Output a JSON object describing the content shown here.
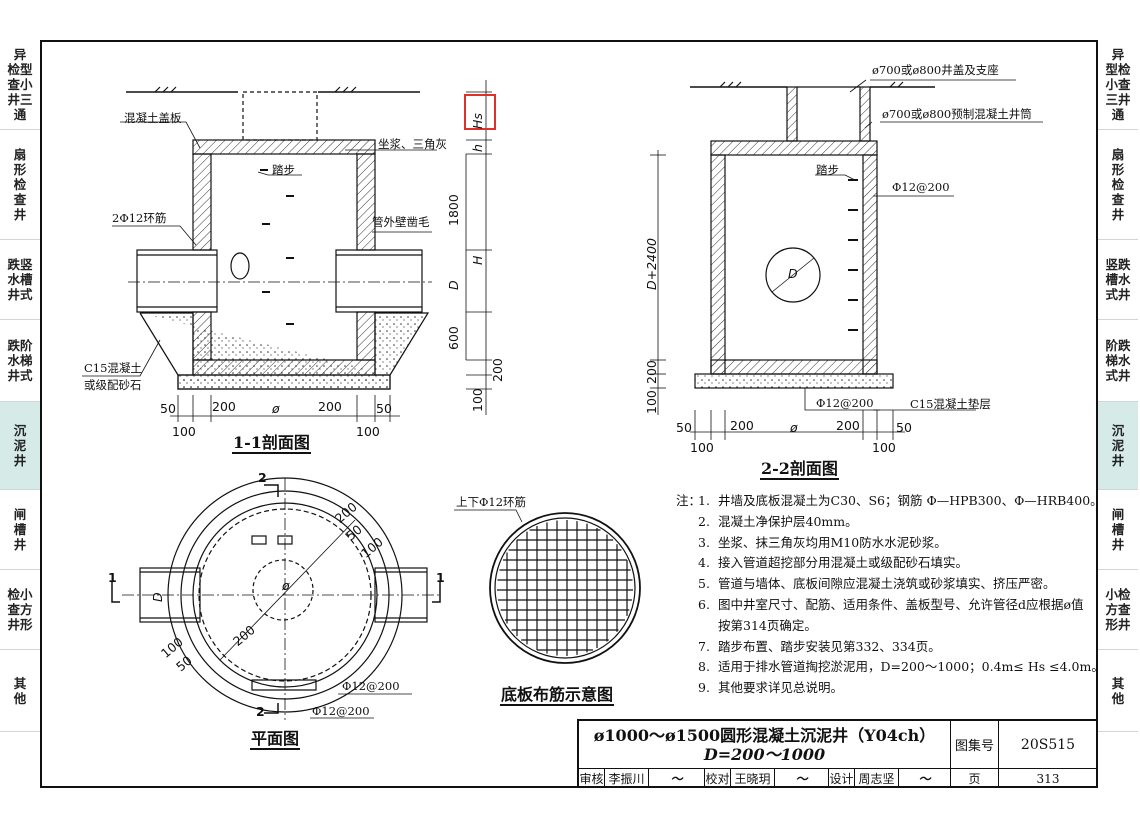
{
  "left_tabs": [
    {
      "lines": [
        "异",
        "检型",
        "查小",
        "井三",
        "通"
      ],
      "active": false
    },
    {
      "lines": [
        "扇",
        "形",
        "检",
        "查",
        "井"
      ],
      "active": false
    },
    {
      "lines": [
        "跌竖",
        "水槽",
        "井式"
      ],
      "active": false
    },
    {
      "lines": [
        "跌阶",
        "水梯",
        "井式"
      ],
      "active": false
    },
    {
      "lines": [
        "沉",
        "泥",
        "井"
      ],
      "active": true
    },
    {
      "lines": [
        "闸",
        "槽",
        "井"
      ],
      "active": false
    },
    {
      "lines": [
        "检小",
        "查方",
        "井形"
      ],
      "active": false
    },
    {
      "lines": [
        "其",
        "他"
      ],
      "active": false
    }
  ],
  "right_tabs": [
    {
      "lines": [
        "异",
        "型检",
        "小查",
        "三井",
        "通"
      ],
      "active": false
    },
    {
      "lines": [
        "扇",
        "形",
        "检",
        "查",
        "井"
      ],
      "active": false
    },
    {
      "lines": [
        "竖跌",
        "槽水",
        "式井"
      ],
      "active": false
    },
    {
      "lines": [
        "阶跌",
        "梯水",
        "式井"
      ],
      "active": false
    },
    {
      "lines": [
        "沉",
        "泥",
        "井"
      ],
      "active": true
    },
    {
      "lines": [
        "闸",
        "槽",
        "井"
      ],
      "active": false
    },
    {
      "lines": [
        "小检",
        "方查",
        "形井"
      ],
      "active": false
    },
    {
      "lines": [
        "其",
        "他"
      ],
      "active": false
    }
  ],
  "section11": {
    "caption": "1-1剖面图",
    "labels": {
      "cover": "混凝土盖板",
      "mortar": "坐浆、三角灰",
      "step": "踏步",
      "ring": "2Φ12环筋",
      "rough": "管外壁凿毛",
      "c15a": "C15混凝土",
      "c15b": "或级配砂石"
    },
    "dims": {
      "hs": "Hs",
      "h": "h",
      "d1800": "1800",
      "H": "H",
      "D": "D",
      "d600": "600",
      "d200v": "200",
      "d100v": "100",
      "b50a": "50",
      "b200a": "200",
      "phi": "ø",
      "b200b": "200",
      "b50b": "50",
      "b100a": "100",
      "b100b": "100"
    }
  },
  "section22": {
    "caption": "2-2剖面图",
    "labels": {
      "cover": "ø700或ø800井盖及支座",
      "shaft": "ø700或ø800预制混凝土井筒",
      "step": "踏步",
      "rebar": "Φ12@200",
      "rebar2": "Φ12@200",
      "pad": "C15混凝土垫层"
    },
    "dims": {
      "D2400": "D+2400",
      "d200": "200",
      "d100": "100",
      "D": "D",
      "b50a": "50",
      "b200a": "200",
      "phi": "ø",
      "b200b": "200",
      "b50b": "50",
      "b100a": "100",
      "b100b": "100"
    }
  },
  "plan": {
    "caption": "平面图",
    "labels": {
      "sec2top": "2",
      "sec2bot": "2",
      "sec1left": "1",
      "sec1right": "1",
      "d200a": "200",
      "d50a": "50",
      "d100a": "100",
      "d100b": "100",
      "d50b": "50",
      "d200b": "200",
      "D": "D",
      "phi": "ø",
      "r1": "Φ12@200",
      "r2": "Φ12@200"
    }
  },
  "rebar_plan": {
    "caption": "底板布筋示意图",
    "label": "上下Φ12环筋"
  },
  "notes": {
    "heading": "注：",
    "items": [
      {
        "n": "1.",
        "t": "井墙及底板混凝土为C30、S6；钢筋 Φ—HPB300、Φ—HRB400。"
      },
      {
        "n": "2.",
        "t": "混凝土净保护层40mm。"
      },
      {
        "n": "3.",
        "t": "坐浆、抹三角灰均用M10防水水泥砂浆。"
      },
      {
        "n": "4.",
        "t": "接入管道超挖部分用混凝土或级配砂石填实。"
      },
      {
        "n": "5.",
        "t": "管道与墙体、底板间隙应混凝土浇筑或砂浆填实、挤压严密。"
      },
      {
        "n": "6.",
        "t": "图中井室尺寸、配筋、适用条件、盖板型号、允许管径d应根据ø值"
      },
      {
        "n": "",
        "t": "按第314页确定。"
      },
      {
        "n": "7.",
        "t": "踏步布置、踏步安装见第332、334页。"
      },
      {
        "n": "8.",
        "t": "适用于排水管道掏挖淤泥用，D=200～1000；0.4m≤ Hs ≤4.0m。"
      },
      {
        "n": "9.",
        "t": "其他要求详见总说明。"
      }
    ]
  },
  "title_block": {
    "title_line1": "ø1000～ø1500圆形混凝土沉泥井（Y04ch）",
    "title_line2": "D=200～1000",
    "atlas_label": "图集号",
    "atlas_value": "20S515",
    "page_label": "页",
    "page_value": "313",
    "review_label": "审核",
    "review_name": "李振川",
    "check_label": "校对",
    "check_name": "王晓玥",
    "design_label": "设计",
    "design_name": "周志坚"
  },
  "colors": {
    "highlight_tab": "#d6ebe8",
    "red_box": "#e0302a",
    "line": "#111111",
    "hatch": "#333333"
  }
}
